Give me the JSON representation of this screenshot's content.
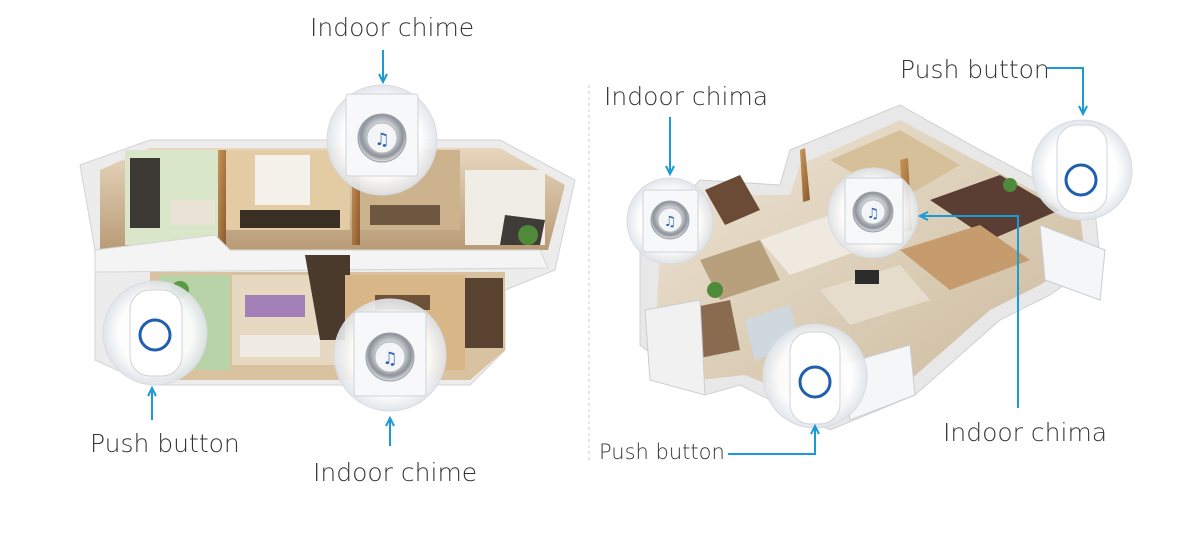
{
  "left_panel": {
    "labels": {
      "top_chime": "Indoor chime",
      "bottom_chime": "Indoor chime",
      "push_button": "Push button"
    }
  },
  "right_panel": {
    "labels": {
      "left_chime": "Indoor chima",
      "right_chime": "Indoor chima",
      "top_push_button": "Push button",
      "bottom_push_button": "Push button"
    }
  },
  "colors": {
    "connector": "#1a9ad6",
    "button_ring": "#1f5fae",
    "chime_metal": "#c8ccd0",
    "chime_note": "#2a62b0",
    "divider": "#cccccc",
    "label_text": "#333333"
  },
  "icons": {
    "chime": "music-note-icon",
    "push_button": "ring-button-icon"
  }
}
